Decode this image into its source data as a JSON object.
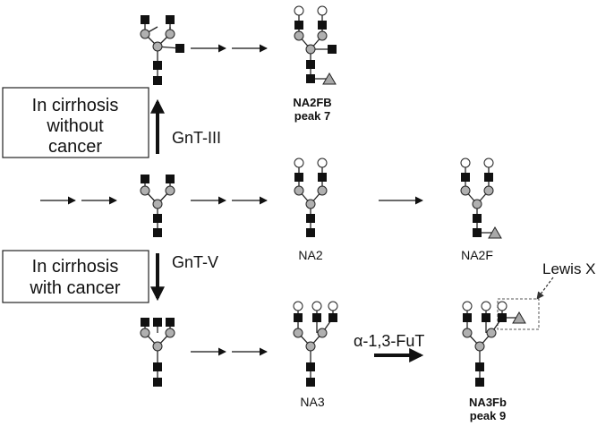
{
  "labels": {
    "box_top": [
      "In cirrhosis",
      "without",
      "cancer"
    ],
    "box_bottom": [
      "In cirrhosis",
      "with cancer"
    ],
    "enzyme_gnt3": "GnT-III",
    "enzyme_gnt5": "GnT-V",
    "enzyme_fut": "α-1,3-FuT",
    "lewis_x": "Lewis X",
    "na2fb_name": "NA2FB",
    "na2fb_peak": "peak 7",
    "na2": "NA2",
    "na2f": "NA2F",
    "na3": "NA3",
    "na3fb_name": "NA3Fb",
    "na3fb_peak": "peak 9"
  },
  "legend_colors": {
    "glcnac_square": "#111111",
    "mannose_circle": "#b0b0b0",
    "galactose_circle": "#ffffff",
    "fucose_triangle": "#a8a8a8"
  }
}
